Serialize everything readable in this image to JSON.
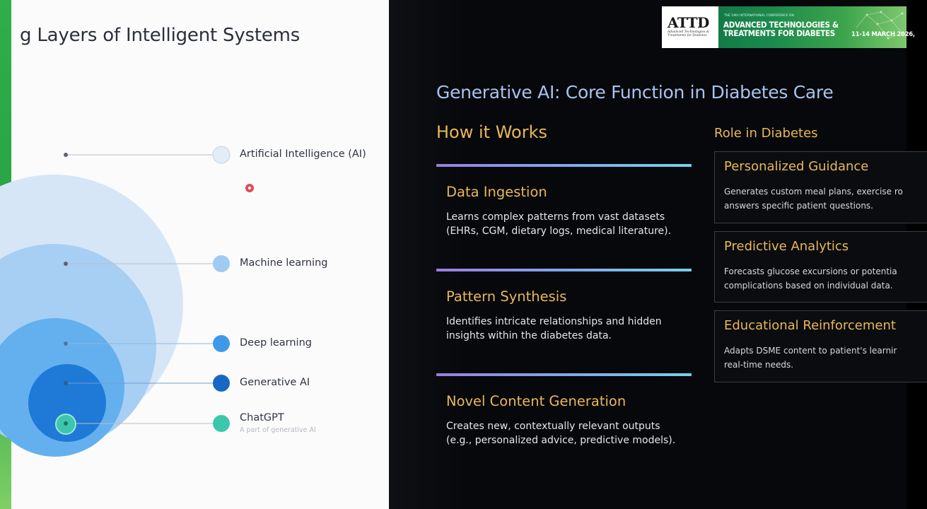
{
  "left_slide": {
    "title": "g Layers of Intelligent Systems",
    "layers": [
      {
        "label": "Artificial Intelligence (AI)",
        "color": "#d6e6f6"
      },
      {
        "label": "Machine learning",
        "color": "#9fcaf2"
      },
      {
        "label": "Deep learning",
        "color": "#4aa2ea"
      },
      {
        "label": "Generative AI",
        "color": "#1a74d2"
      },
      {
        "label": "ChatGPT",
        "sub": "A part of generative AI",
        "color": "#3cc7ad"
      }
    ]
  },
  "banner": {
    "logo": "ATTD",
    "logo_sub": "Advanced Technologies & Treatments for Diabetes",
    "small_line": "THE 19th INTERNATIONAL CONFERENCE ON",
    "title_line1": "ADVANCED TECHNOLOGIES &",
    "title_line2": "TREATMENTS FOR DIABETES",
    "date": "11-14 MARCH 2026,"
  },
  "right_slide": {
    "title": "Generative AI: Core Function in Diabetes Care",
    "how_heading": "How it Works",
    "role_heading": "Role in Diabetes",
    "steps": [
      {
        "title": "Data Ingestion",
        "desc1": "Learns complex patterns from vast datasets",
        "desc2": "(EHRs, CGM, dietary logs, medical literature)."
      },
      {
        "title": "Pattern Synthesis",
        "desc1": "Identifies intricate relationships and hidden",
        "desc2": "insights within the diabetes data."
      },
      {
        "title": "Novel Content Generation",
        "desc1": "Creates new, contextually relevant outputs",
        "desc2": "(e.g., personalized advice, predictive models)."
      }
    ],
    "roles": [
      {
        "title": "Personalized Guidance",
        "desc1": "Generates custom meal plans, exercise ro",
        "desc2": "answers specific patient questions."
      },
      {
        "title": "Predictive Analytics",
        "desc1": "Forecasts glucose excursions or potentia",
        "desc2": "complications based on individual data."
      },
      {
        "title": "Educational Reinforcement",
        "desc1": "Adapts DSME content to patient's learnir",
        "desc2": "real-time needs."
      }
    ]
  },
  "colors": {
    "accent_gold": "#e8b857",
    "title_blue": "#a9c2ee",
    "pointer_red": "#e0263a"
  }
}
